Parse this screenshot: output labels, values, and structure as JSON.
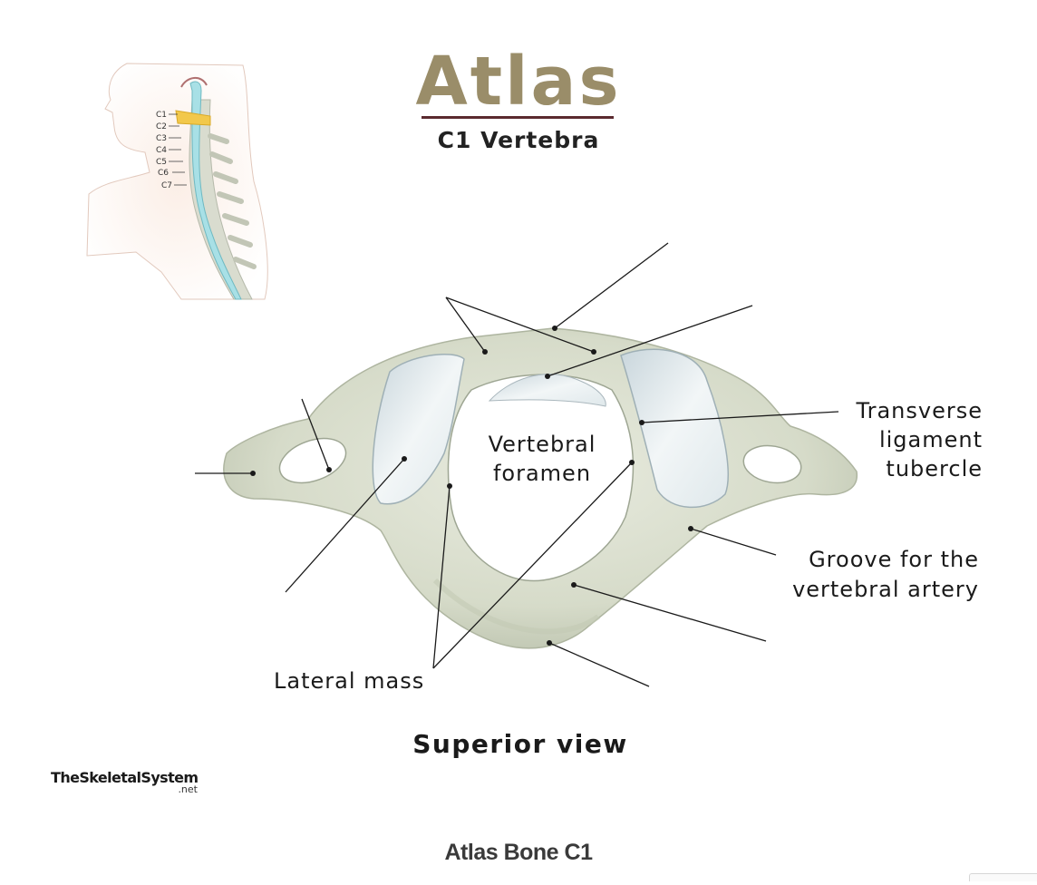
{
  "header": {
    "title": "Atlas",
    "subtitle": "C1 Vertebra"
  },
  "inset": {
    "levels": [
      "C1",
      "C2",
      "C3",
      "C4",
      "C5",
      "C6",
      "C7"
    ]
  },
  "labels": {
    "vertebral_foramen_line1": "Vertebral",
    "vertebral_foramen_line2": "foramen",
    "transverse_ligament_line1": "Transverse",
    "transverse_ligament_line2": "ligament",
    "transverse_ligament_line3": "tubercle",
    "groove_line1": "Groove for the",
    "groove_line2": "vertebral artery",
    "lateral_mass": "Lateral mass"
  },
  "view": "Superior view",
  "logo": {
    "brand": "TheSkeletalSystem",
    "suffix": ".net"
  },
  "caption": "Atlas Bone C1",
  "colors": {
    "title": "#9a8d69",
    "rule": "#5b2a2f",
    "bone": "#dadfcf",
    "bone_shadow": "#b9c0ad",
    "cartilage": "#e6eef0",
    "spine_cord": "#a8e0e6",
    "c1_highlight": "#f2c84b"
  }
}
